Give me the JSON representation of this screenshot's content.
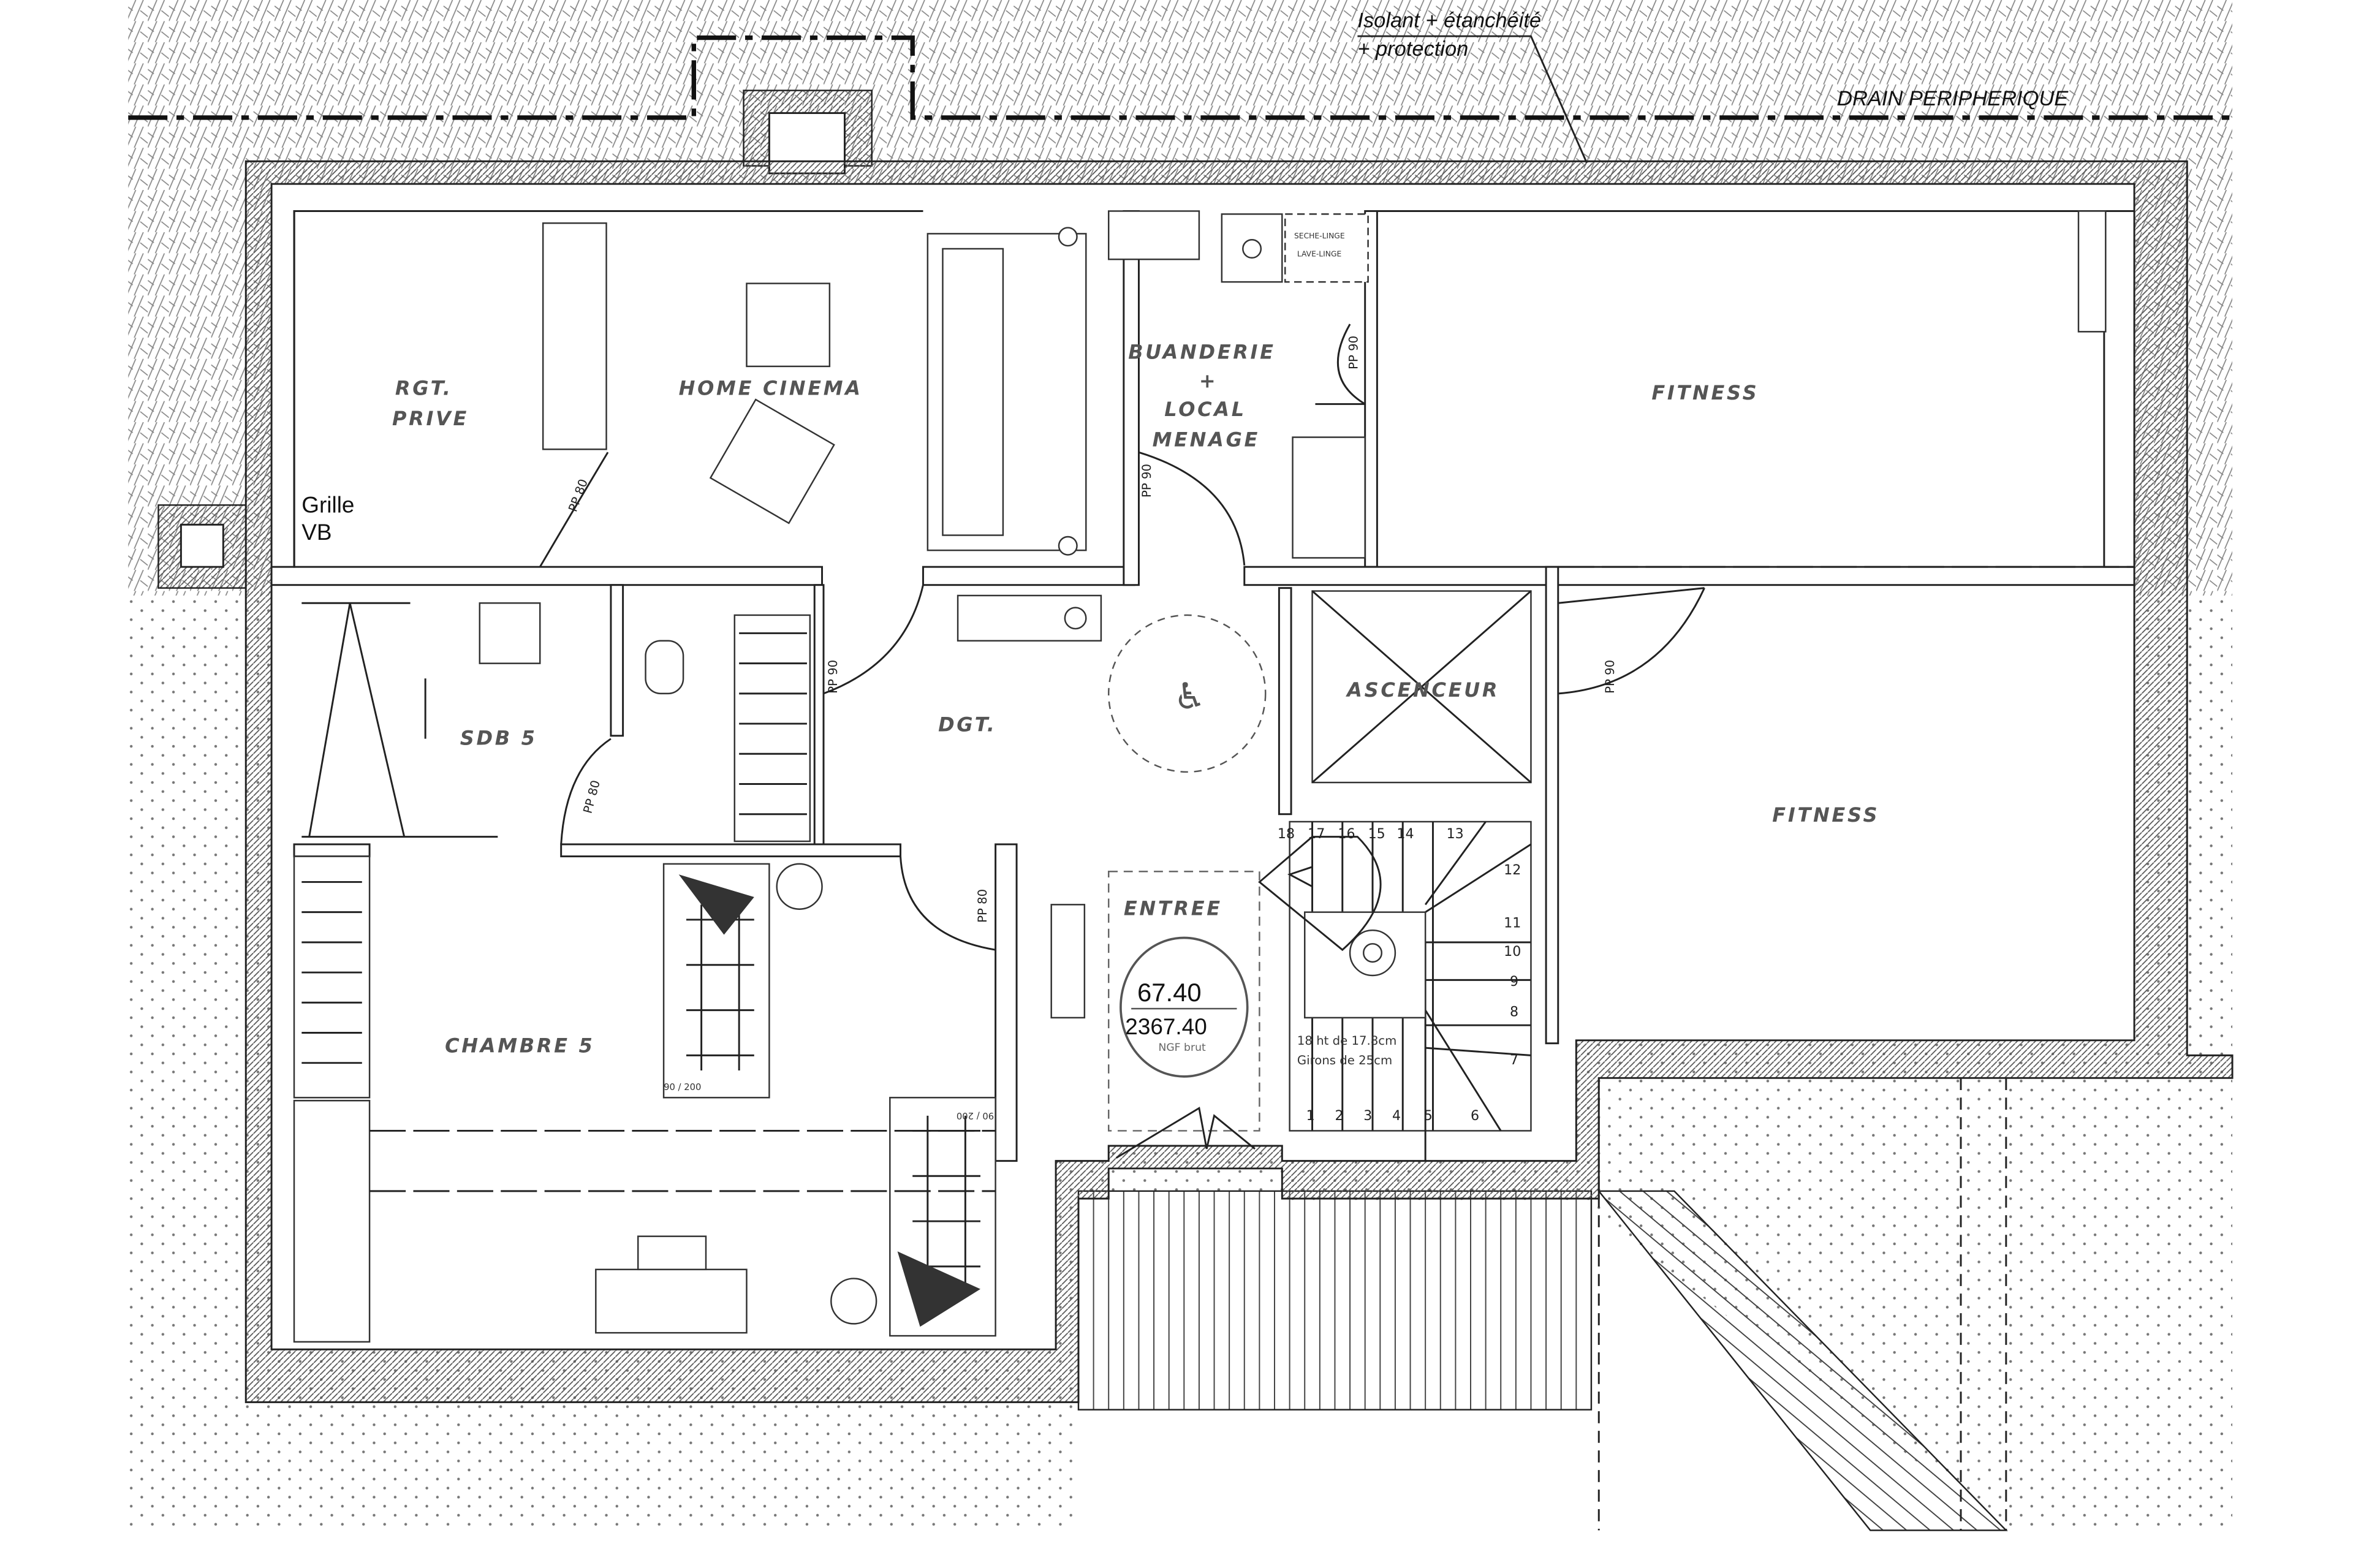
{
  "annotations": {
    "insulation_line1": "Isolant + étanchéité",
    "insulation_line2": "+ protection",
    "drain": "DRAIN PERIPHERIQUE",
    "grille_line1": "Grille",
    "grille_line2": "VB"
  },
  "rooms": {
    "rgt_prive": [
      "RGT.",
      "PRIVE"
    ],
    "home_cinema": "HOME CINEMA",
    "buanderie": [
      "BUANDERIE",
      "+",
      "LOCAL",
      "MENAGE"
    ],
    "fitness_top": "FITNESS",
    "fitness_bottom": "FITNESS",
    "sdb": "SDB 5",
    "dgt": "DGT.",
    "ascenseur": "ASCENCEUR",
    "entree": "ENTREE",
    "chambre": "CHAMBRE 5"
  },
  "level": {
    "relative": "67.40",
    "absolute": "2367.40",
    "reference": "NGF brut"
  },
  "appliances": {
    "dryer": "SECHE-LINGE",
    "washer": "LAVE-LINGE"
  },
  "beds": [
    "90 / 200",
    "90 / 200"
  ],
  "doors": [
    "PP 80",
    "PP 90",
    "PP 90",
    "PP 90",
    "PP 80",
    "PP 80",
    "PP 90"
  ],
  "stairs": {
    "steps": [
      "1",
      "2",
      "3",
      "4",
      "5",
      "6",
      "7",
      "8",
      "9",
      "10",
      "11",
      "12",
      "13",
      "14",
      "15",
      "16",
      "17",
      "18"
    ],
    "note_line1": "18 ht de 17.8cm",
    "note_line2": "Girons de 25cm"
  }
}
